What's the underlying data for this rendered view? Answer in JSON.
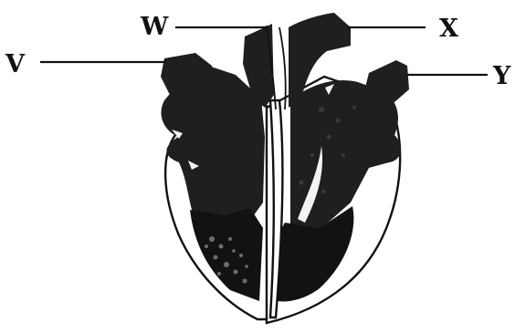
{
  "diagram": {
    "labels": {
      "v": "V",
      "w": "W",
      "x": "X",
      "y": "Y"
    },
    "colors": {
      "ink": "#111111",
      "background": "#ffffff",
      "chamber_fill": "#1f1f1f",
      "wall": "#ffffff"
    }
  }
}
